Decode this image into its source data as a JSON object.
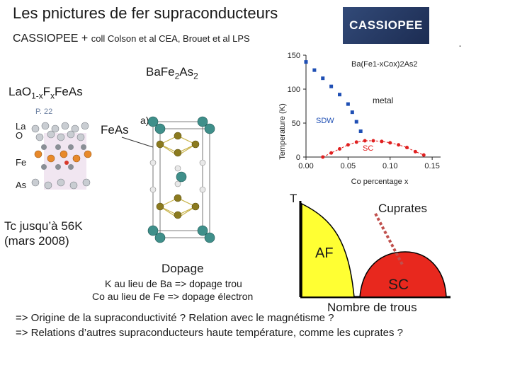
{
  "slide": {
    "title": "Les pnictures de fer supraconducteurs",
    "logo_text": "CASSIOPEE",
    "subtitle_main": "CASSIOPEE + ",
    "subtitle_small": "coll Colson et al CEA, Brouet et al LPS"
  },
  "structure": {
    "bafe2as2_label": "Ba",
    "bafe2as2_fe": "Fe",
    "bafe2as2_sub2": "2",
    "bafe2as2_as": "As",
    "bafe2as2_sub2b": "2",
    "lao_label": "LaO",
    "lao_sub": "1-x",
    "lao_f": "F",
    "lao_fsub": "x",
    "lao_rest": "FeAs",
    "p22": "P. 22",
    "feas_label": "FeAs",
    "panel_a": "a)",
    "atom_la": "La",
    "atom_o": "O",
    "atom_fe": "Fe",
    "atom_as": "As",
    "tc_line1": "Tc jusqu’à 56K",
    "tc_line2": "(mars 2008)"
  },
  "doping": {
    "title": "Dopage",
    "line1": "K au lieu de Ba => dopage trou",
    "line2": "Co au lieu de Fe => dopage électron"
  },
  "phase_diagram": {
    "t_label": "T",
    "cuprates": "Cuprates",
    "af": "AF",
    "sc": "SC",
    "xlabel": "Nombre de trous",
    "colors": {
      "af": "#ffff33",
      "sc": "#e8281e",
      "dash": "#c0504d"
    }
  },
  "chart_data": {
    "type": "scatter",
    "title": "Ba(Fe1-xCox)2As2",
    "xlabel": "Co percentage x",
    "ylabel": "Temperature (K)",
    "xlim": [
      0,
      0.16
    ],
    "ylim": [
      0,
      150
    ],
    "xticks": [
      "0.00",
      "0.05",
      "0.10",
      "0.15"
    ],
    "yticks": [
      "0",
      "50",
      "100",
      "150"
    ],
    "annotations": [
      "metal",
      "SDW",
      "SC"
    ],
    "series": [
      {
        "name": "SDW",
        "color": "#1f4fb4",
        "x": [
          0.0,
          0.01,
          0.02,
          0.03,
          0.04,
          0.05,
          0.055,
          0.06,
          0.065
        ],
        "y": [
          140,
          128,
          116,
          104,
          92,
          78,
          66,
          52,
          38
        ]
      },
      {
        "name": "SC",
        "color": "#e02020",
        "x": [
          0.02,
          0.03,
          0.04,
          0.05,
          0.06,
          0.07,
          0.08,
          0.09,
          0.1,
          0.11,
          0.12,
          0.13,
          0.14
        ],
        "y": [
          0,
          6,
          12,
          18,
          22,
          24,
          24,
          23,
          21,
          18,
          14,
          8,
          3
        ]
      }
    ]
  }
}
